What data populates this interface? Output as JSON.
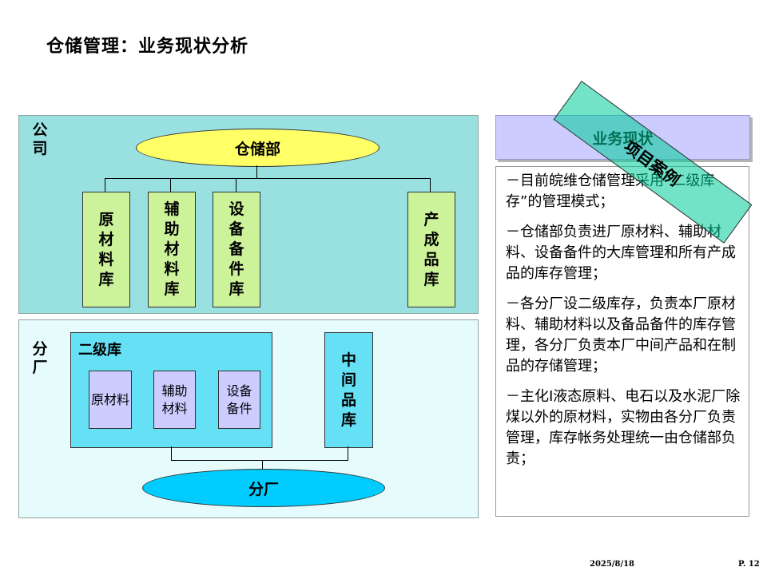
{
  "title": "仓储管理：业务现状分析",
  "company": {
    "label": "公司",
    "department": "仓储部",
    "stores": [
      "原材料库",
      "辅助材料库",
      "设备备件库",
      "产成品库"
    ]
  },
  "branch": {
    "label": "分厂",
    "secondary_store": {
      "title": "二级库",
      "items": [
        "原材料",
        "辅助材料",
        "设备备件"
      ]
    },
    "intermediate_store": "中间品库",
    "plant": "分厂"
  },
  "status": {
    "header": "业务现状",
    "paragraphs": [
      "－目前皖维仓储管理采用“二级库存”的管理模式；",
      "－仓储部负责进厂原材料、辅助材料、设备备件的大库管理和所有产成品的库存管理；",
      "－各分厂设二级库存，负责本厂原材料、辅助材料以及备品备件的库存管理，各分厂负责本厂中间产品和在制品的存储管理；",
      "－主化Ⅰ液态原料、电石以及水泥厂除煤以外的原材料，实物由各分厂负责管理，库存帐务处理统一由仓储部负责；"
    ]
  },
  "stamp": "项目案例",
  "footer": {
    "date": "2025/8/18",
    "page": "P. 12"
  }
}
